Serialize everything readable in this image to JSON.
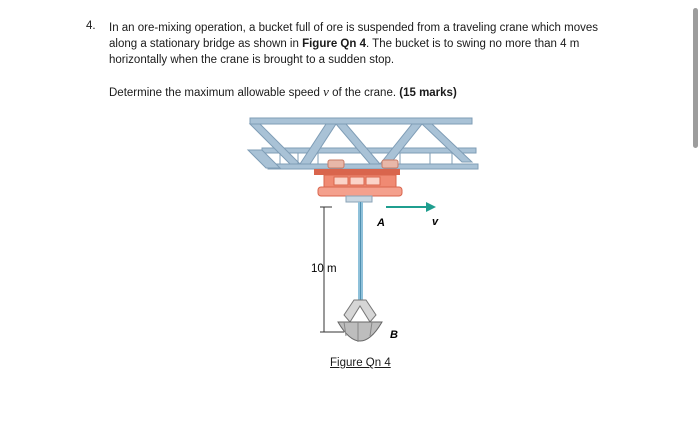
{
  "question": {
    "number": "4.",
    "intro_before": "In an ore-mixing operation, a bucket full of ore is suspended from a traveling crane which moves along a stationary bridge as shown in ",
    "figure_ref": "Figure Qn 4",
    "intro_after": ". The bucket is to swing no more than 4 m horizontally when the crane is brought to a sudden stop.",
    "task_before": "Determine the maximum allowable speed ",
    "task_var": "v",
    "task_after": " of the crane. ",
    "marks": "(15 marks)"
  },
  "figure": {
    "label_A": "A",
    "label_B": "B",
    "label_v": "v",
    "length_label": "10 m",
    "caption": "Figure Qn 4",
    "colors": {
      "bridge": "#a9c2d6",
      "bridge_dark": "#7f9db6",
      "trolley": "#f08a73",
      "trolley_dark": "#d9654d",
      "cable": "#6aa9c9",
      "arrow": "#1f9e8f",
      "bucket": "#bdbdbd"
    }
  }
}
